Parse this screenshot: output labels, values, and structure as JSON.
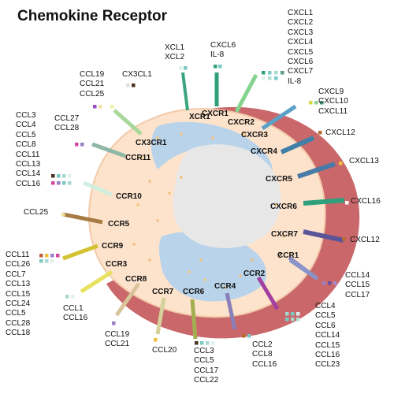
{
  "title": "Chemokine Receptor",
  "receptors": [
    {
      "name": "XCR1",
      "color": "#3aa57c"
    },
    {
      "name": "CXCR1",
      "color": "#2f9f7a"
    },
    {
      "name": "CXCR2",
      "color": "#86d38f"
    },
    {
      "name": "CXCR3",
      "color": "#5aa0c8"
    },
    {
      "name": "CXCR4",
      "color": "#3f7fa8"
    },
    {
      "name": "CXCR5",
      "color": "#4a7aa6"
    },
    {
      "name": "CXCR6",
      "color": "#2fa07c"
    },
    {
      "name": "CXCR7",
      "color": "#5a5499"
    },
    {
      "name": "CCR1",
      "color": "#8f8fc9"
    },
    {
      "name": "CCR2",
      "color": "#a23fa0"
    },
    {
      "name": "CCR4",
      "color": "#8a7fb8"
    },
    {
      "name": "CCR6",
      "color": "#a2ae4f"
    },
    {
      "name": "CCR7",
      "color": "#d6d19a"
    },
    {
      "name": "CCR8",
      "color": "#d9c49a"
    },
    {
      "name": "CCR3",
      "color": "#e8e05e"
    },
    {
      "name": "CCR9",
      "color": "#d4c232"
    },
    {
      "name": "CCR5",
      "color": "#a67b44"
    },
    {
      "name": "CCR10",
      "color": "#cfeedd"
    },
    {
      "name": "CCR11",
      "color": "#8fb8a6"
    },
    {
      "name": "CX3CR1",
      "color": "#a9d89a"
    },
    {
      "name": "?",
      "color": "#8a94c9"
    }
  ],
  "ligand_groups": [
    {
      "id": "xcr1",
      "text": "XCL1\nXCL2"
    },
    {
      "id": "cxcr1",
      "text": "CXCL6\nIL-8"
    },
    {
      "id": "cxcr2",
      "text": "CXCL1\nCXCL2\nCXCL3\nCXCL4\nCXCL5\nCXCL6\nCXCL7\nIL-8"
    },
    {
      "id": "cxcr3",
      "text": "CXCL9\nCXCL10\nCXCL11"
    },
    {
      "id": "cxcr4",
      "text": "CXCL12"
    },
    {
      "id": "cxcr5",
      "text": "CXCL13"
    },
    {
      "id": "cxcr6",
      "text": "CXCL16"
    },
    {
      "id": "cxcr7",
      "text": "CXCL12"
    },
    {
      "id": "unknown",
      "text": "CCL14\nCCL15\nCCL17"
    },
    {
      "id": "ccr1",
      "text": "CCL4\nCCL5\nCCL6\nCCL14\nCCL15\nCCL16\nCCL23"
    },
    {
      "id": "ccr2",
      "text": "CCL2\nCCL8\nCCL16"
    },
    {
      "id": "ccr4",
      "text": "CCL3\nCCL5\nCCL17\nCCL22"
    },
    {
      "id": "ccr6",
      "text": "CCL20"
    },
    {
      "id": "ccr7",
      "text": "CCL19\nCCL21"
    },
    {
      "id": "ccr8",
      "text": "CCL1\nCCL16"
    },
    {
      "id": "ccr3",
      "text": "CCL11\nCCL26\nCCL7\nCCL13\nCCL15\nCCL24\nCCL5\nCCL28\nCCL18"
    },
    {
      "id": "ccr9",
      "text": "CCL25"
    },
    {
      "id": "ccr5",
      "text": "CCL3\nCCL4\nCCL5\nCCL8\nCCL11\nCCL13\nCCL14\nCCL16"
    },
    {
      "id": "ccr10",
      "text": "CCL27\nCCL28"
    },
    {
      "id": "ccr11",
      "text": "CCL19\nCCL21\nCCL25"
    },
    {
      "id": "cx3cr1",
      "text": "CX3CL1"
    }
  ],
  "colors": {
    "membrane": "#c9676a",
    "cytoplasm": "#fde3cc",
    "cytoplasm_edge": "#f3c9a9",
    "nucleus": "#e7e7e7",
    "organelle_blue": "#b8d3ea",
    "granule": "#f1c27d"
  }
}
